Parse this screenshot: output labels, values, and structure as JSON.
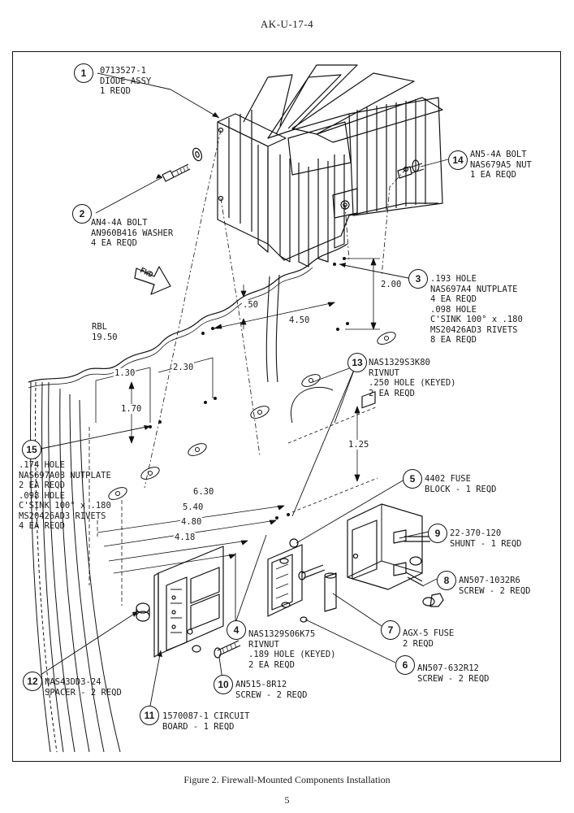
{
  "header": "AK-U-17-4",
  "caption": "Figure 2. Firewall-Mounted Components Installation",
  "page_number": "5",
  "fwd_label": "FWD",
  "rbl": {
    "line1": "RBL",
    "line2": "19.50"
  },
  "dimensions": {
    "d200": "2.00",
    "d050": ".50",
    "d450": "4.50",
    "d130": "1.30",
    "d230": "2.30",
    "d170": "1.70",
    "d125": "1.25",
    "d630": "6.30",
    "d540": "5.40",
    "d480": "4.80",
    "d418": "4.18"
  },
  "callouts": [
    {
      "number": "1",
      "lines": [
        "0713527-1",
        "DIODE ASSY",
        "1 REQD"
      ]
    },
    {
      "number": "2",
      "lines": [
        "AN4-4A BOLT",
        "AN960B416 WASHER",
        "4 EA REQD"
      ]
    },
    {
      "number": "3",
      "lines": [
        ".193 HOLE",
        "NAS697A4 NUTPLATE",
        "4 EA REQD",
        ".098 HOLE",
        "C'SINK 100° x .180",
        "MS20426AD3 RIVETS",
        "8 EA REQD"
      ]
    },
    {
      "number": "4",
      "lines": [
        "NAS1329S06K75",
        "RIVNUT",
        ".189 HOLE (KEYED)",
        "2 EA REQD"
      ]
    },
    {
      "number": "5",
      "lines": [
        "4402 FUSE",
        "BLOCK - 1 REQD"
      ]
    },
    {
      "number": "6",
      "lines": [
        "AN507-632R12",
        "SCREW - 2 REQD"
      ]
    },
    {
      "number": "7",
      "lines": [
        "AGX-5 FUSE",
        "2 REQD"
      ]
    },
    {
      "number": "8",
      "lines": [
        "AN507-1032R6",
        "SCREW - 2 REQD"
      ]
    },
    {
      "number": "9",
      "lines": [
        "22-370-120",
        "SHUNT - 1 REQD"
      ]
    },
    {
      "number": "10",
      "lines": [
        "AN515-8R12",
        "SCREW - 2 REQD"
      ]
    },
    {
      "number": "11",
      "lines": [
        "1570087-1 CIRCUIT",
        "BOARD - 1 REQD"
      ]
    },
    {
      "number": "12",
      "lines": [
        "NAS43DD3-24",
        "SPACER - 2 REQD"
      ]
    },
    {
      "number": "13",
      "lines": [
        "NAS1329S3K80",
        "RIVNUT",
        ".250 HOLE (KEYED)",
        "2 EA REQD"
      ]
    },
    {
      "number": "14",
      "lines": [
        "AN5-4A BOLT",
        "NAS679A5 NUT",
        "1 EA REQD"
      ]
    },
    {
      "number": "15",
      "lines": [
        ".174 HOLE",
        "NAS697A08 NUTPLATE",
        "2 EA REQD",
        ".098 HOLE",
        "C'SINK 100° x .180",
        "MS20426AD3 RIVETS",
        "4 EA REQD"
      ]
    }
  ]
}
